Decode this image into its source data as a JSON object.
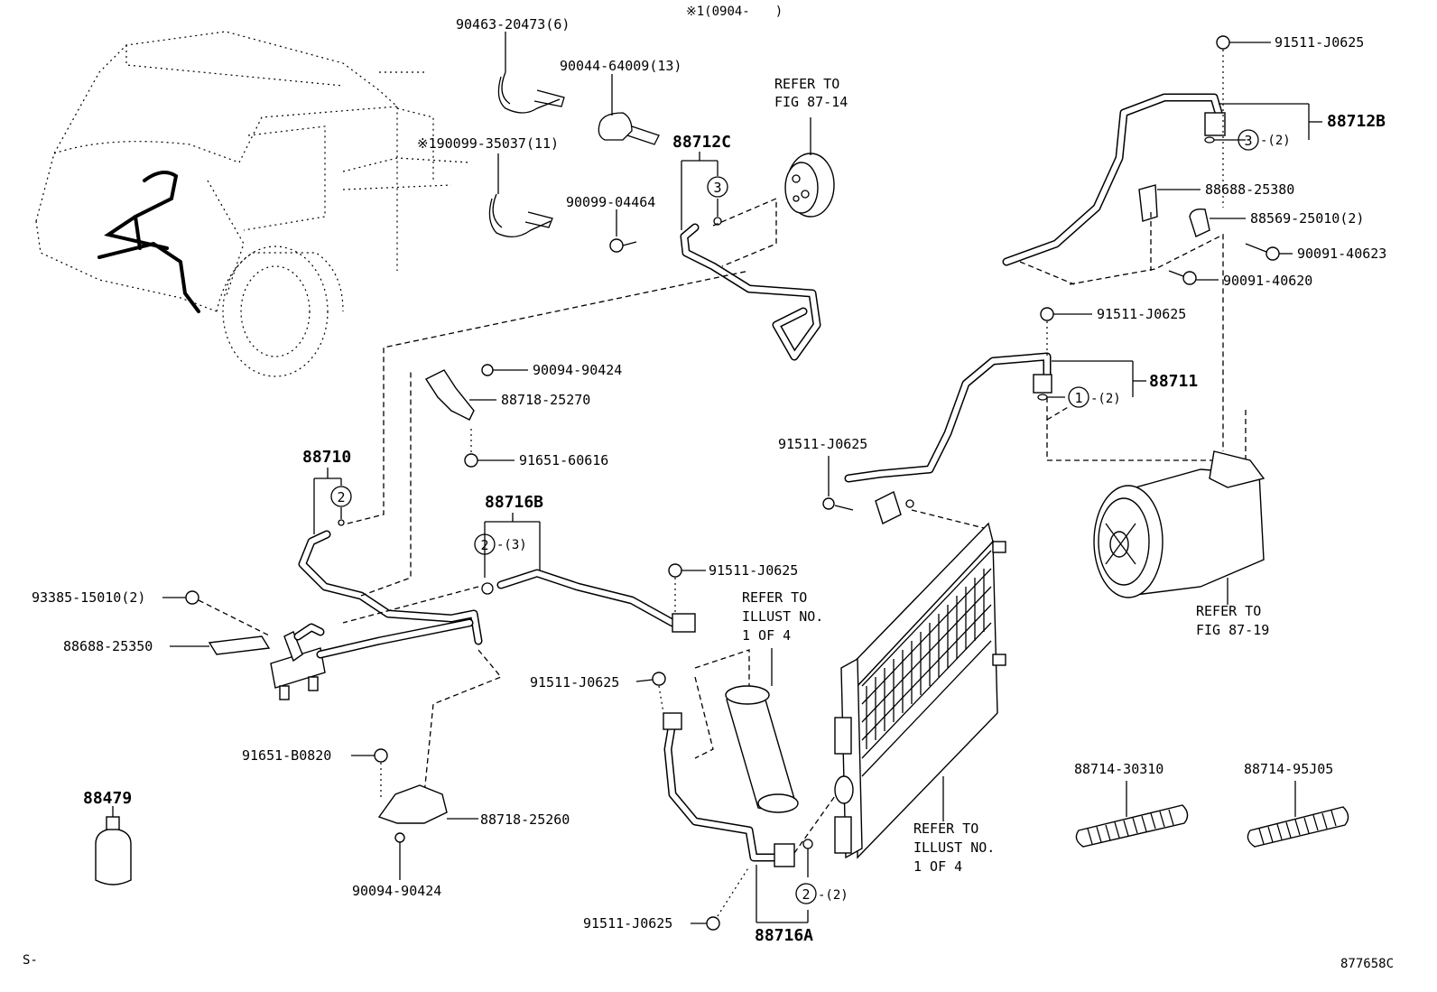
{
  "header_note": "※1(0904-　　)",
  "labels": {
    "p90463": "90463-20473(6)",
    "p90044": "90044-64009(13)",
    "p90099_35037": "※190099-35037(11)",
    "p88712C": "88712C",
    "p90099_04464": "90099-04464",
    "ref87_14_a": "REFER TO",
    "ref87_14_b": "FIG 87-14",
    "p91511_top": "91511-J0625",
    "p88712B": "88712B",
    "qty3_2": "-(2)",
    "p88688_25380": "88688-25380",
    "p88569": "88569-25010(2)",
    "p90091_40623": "90091-40623",
    "p90091_40620": "90091-40620",
    "p91511_mid": "91511-J0625",
    "p88711": "88711",
    "qty1_2": "-(2)",
    "p90094_top": "90094-90424",
    "p88718_25270": "88718-25270",
    "p91651_60616": "91651-60616",
    "p88710": "88710",
    "p88716B": "88716B",
    "qty2_3": "-(3)",
    "p91511_cond": "91511-J0625",
    "p93385": "93385-15010(2)",
    "p88688_25350": "88688-25350",
    "p91511_dry": "91511-J0625",
    "ref_illust_a": "REFER TO",
    "ref_illust_b": "ILLUST NO.",
    "ref_illust_c": "1 OF 4",
    "p91511_lower": "91511-J0625",
    "ref87_19_a": "REFER TO",
    "ref87_19_b": "FIG 87-19",
    "p91651_B0820": "91651-B0820",
    "p88718_25260": "88718-25260",
    "p90094_bot": "90094-90424",
    "p88479": "88479",
    "ref_illust2_a": "REFER TO",
    "ref_illust2_b": "ILLUST NO.",
    "ref_illust2_c": "1 OF 4",
    "p88714_30310": "88714-30310",
    "p88714_95J05": "88714-95J05",
    "qty2_2": "-(2)",
    "p91511_bottom": "91511-J0625",
    "p88716A": "88716A",
    "corner_left": "S-",
    "corner_right": "877658C"
  },
  "circled": {
    "c3_a": "3",
    "c3_b": "3",
    "c1": "1",
    "c2_a": "2",
    "c2_b": "2",
    "c2_c": "2"
  }
}
